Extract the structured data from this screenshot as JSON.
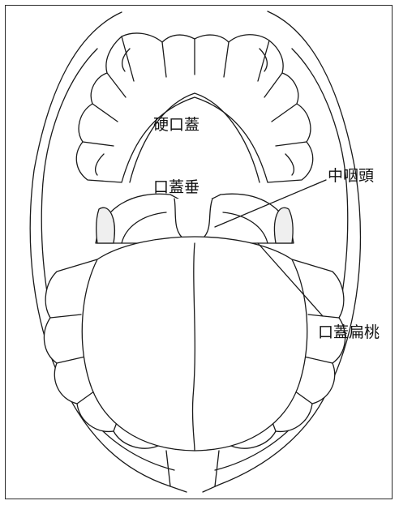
{
  "labels": {
    "hard_palate": "硬口蓋",
    "uvula": "口蓋垂",
    "pharynx": "中咽頭",
    "tonsil": "口蓋扁桃"
  },
  "colors": {
    "line": "#1a1a1a",
    "background": "#ffffff",
    "shade": "#efefef"
  }
}
